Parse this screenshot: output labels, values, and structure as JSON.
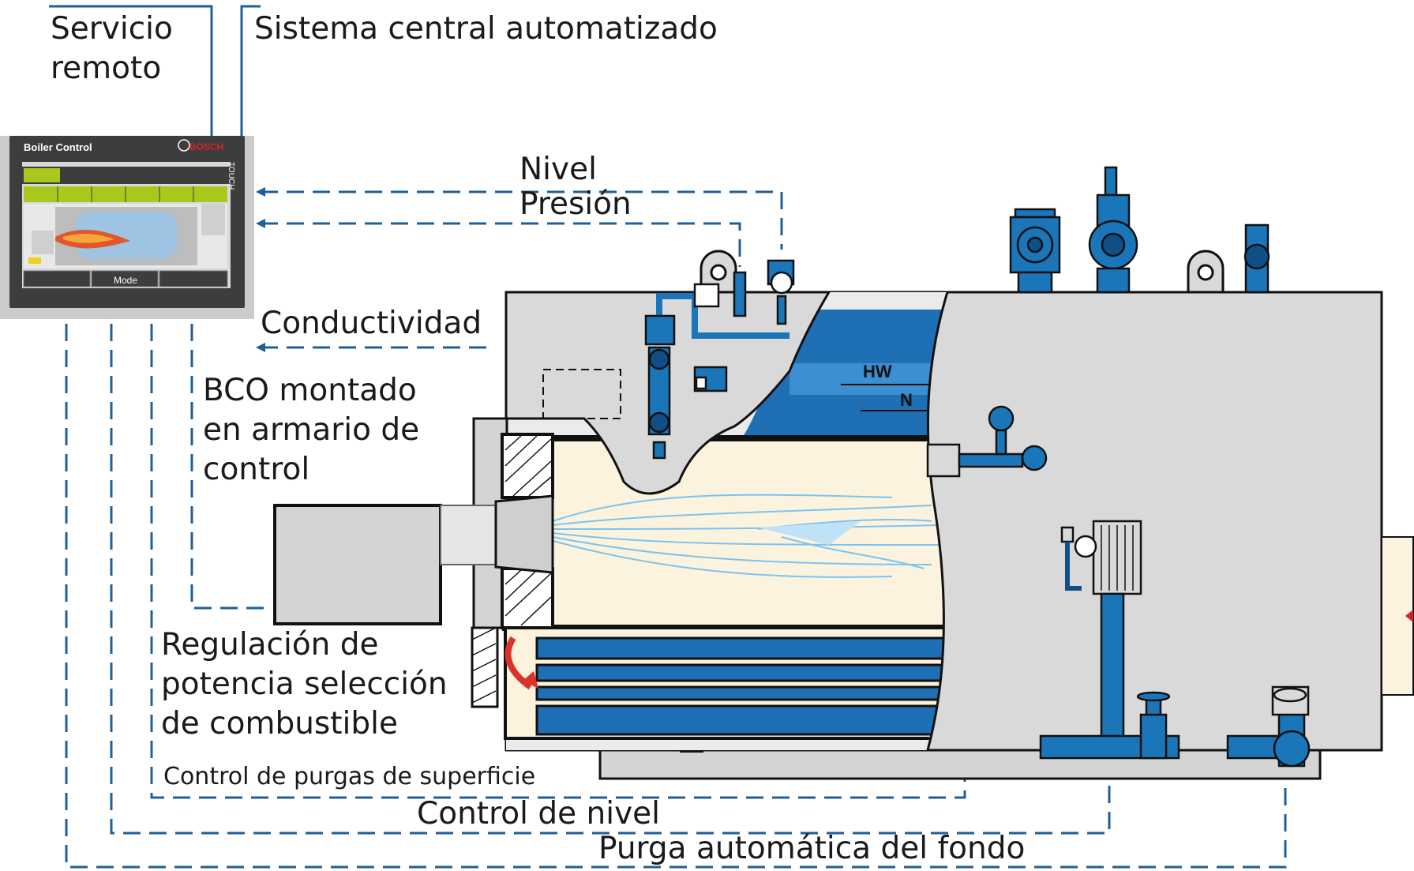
{
  "hmi": {
    "title": "Boiler Control",
    "brand": "BOSCH",
    "touch_label": "TOUCH",
    "mode_label": "Mode"
  },
  "labels": {
    "remote_service_line1": "Servicio",
    "remote_service_line2": "remoto",
    "central_system": "Sistema central automatizado",
    "level": "Nivel",
    "pressure": "Presión",
    "conductivity": "Conductividad",
    "bco_line1": "BCO montado",
    "bco_line2": "en armario de",
    "bco_line3": "control",
    "power_line1": "Regulación de",
    "power_line2": "potencia selección",
    "power_line3": "de combustible",
    "surface_blowdown": "Control de purgas de superficie",
    "level_control": "Control de nivel",
    "bottom_blowdown": "Purga automática del fondo"
  },
  "water_levels": {
    "high": "HW",
    "normal": "N"
  },
  "colors": {
    "line_blue": "#1f5f96",
    "pipe_blue": "#1a76b9",
    "water_blue": "#1e6fb4",
    "shell_gray": "#d9d9d9",
    "cream": "#fbf3dd",
    "hmi_green": "#a8c81e",
    "brand_red": "#d2232a"
  },
  "icons": [
    "grid-icon",
    "print-icon",
    "home-icon",
    "refresh-icon",
    "power-icon",
    "warning-icon",
    "monitor-icon",
    "hand-icon",
    "key-icon",
    "wrench-icon"
  ]
}
